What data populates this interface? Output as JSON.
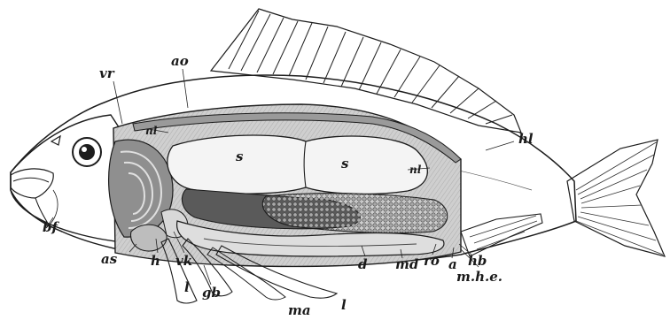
{
  "labels": {
    "vr": "vr",
    "ao": "ao",
    "hl": "hl",
    "nl_anterior": "nl",
    "nl_posterior": "nl",
    "s_anterior": "s",
    "s_posterior": "s",
    "bf": "bf",
    "as": "as",
    "h": "h",
    "vk": "vk",
    "l_anterior": "l",
    "gb": "gb",
    "ma": "ma",
    "l_posterior": "l",
    "d": "d",
    "md": "md",
    "ro": "ro",
    "a": "a",
    "hb": "hb",
    "mhe": "m.h.e."
  },
  "colors": {
    "ink": "#1c1c1c",
    "body_wall": "#cfcfcf",
    "swim_bladder": "#f4f4f4",
    "gills": "#8f8f8f",
    "liver": "#5a5a5a",
    "gonad": "#b9b9b9",
    "intestine": "#dedede"
  }
}
